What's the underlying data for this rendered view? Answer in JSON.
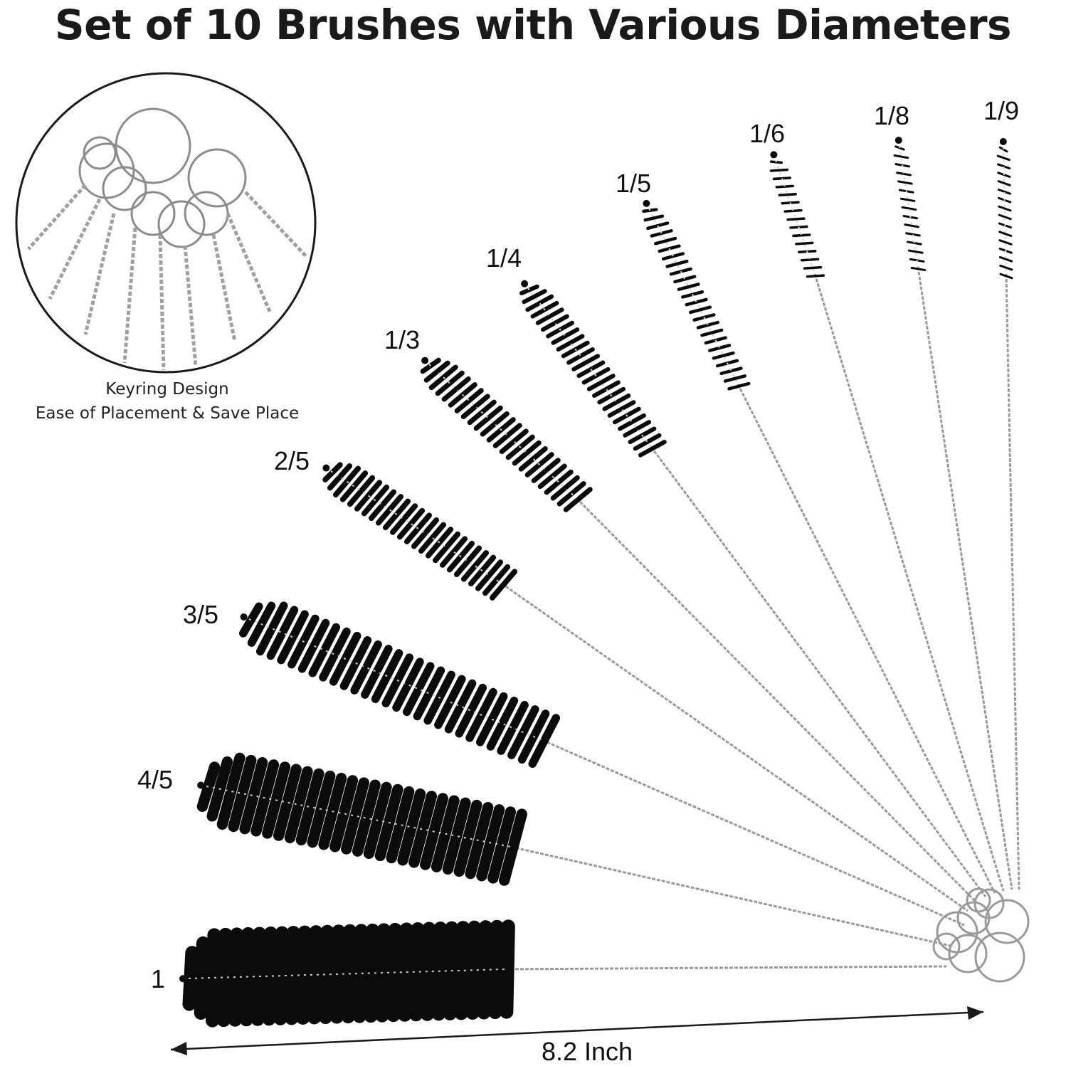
{
  "title": "Set of 10 Brushes with Various Diameters",
  "keyring": {
    "caption_line1": "Keyring Design",
    "caption_line2": "Ease of Placement & Save Place"
  },
  "brushes": [
    {
      "size": "1"
    },
    {
      "size": "4/5"
    },
    {
      "size": "3/5"
    },
    {
      "size": "2/5"
    },
    {
      "size": "1/3"
    },
    {
      "size": "1/4"
    },
    {
      "size": "1/5"
    },
    {
      "size": "1/6"
    },
    {
      "size": "1/8"
    },
    {
      "size": "1/9"
    }
  ],
  "dimension": {
    "length_label": "8.2 Inch"
  },
  "colors": {
    "bristle": "#0b0b0b",
    "wire": "#9a9a9a",
    "text": "#1a1a1a"
  }
}
